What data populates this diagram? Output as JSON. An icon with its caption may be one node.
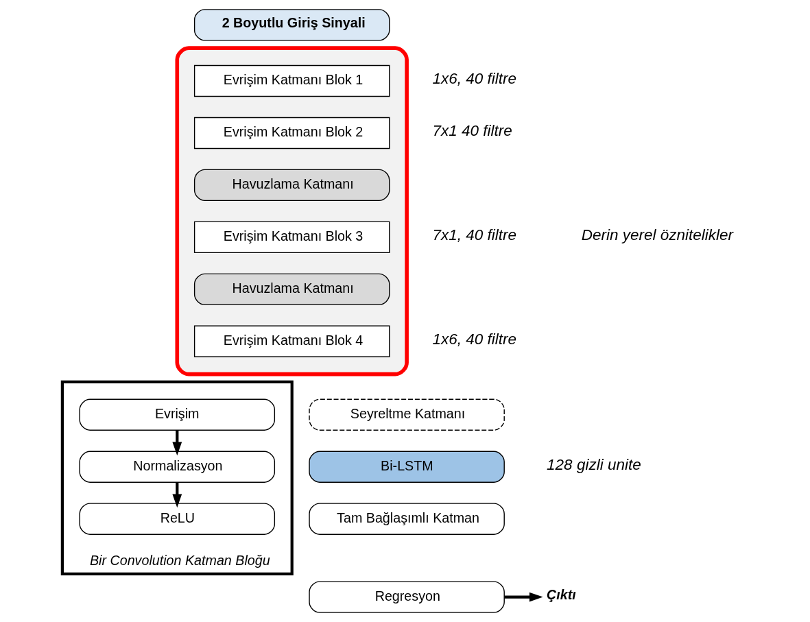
{
  "diagram": {
    "nodes": [
      {
        "text": [
          "2 Boyutlu Giriş Sinyali"
        ]
      },
      {
        "text": [],
        "shape": "box"
      },
      {
        "text": [
          "Evrişim Katmanı Blok 1"
        ],
        "in": 1,
        "beside": [
          "1x6, 40 filtre"
        ]
      },
      {
        "text": [
          "Evrişim Katmanı Blok 2"
        ],
        "in": 1,
        "beside": [
          "7x1 40 filtre"
        ]
      },
      {
        "text": [
          "Havuzlama Katmanı"
        ],
        "in": 1
      },
      {
        "text": [
          "Evrişim Katmanı Blok 3"
        ],
        "in": 1,
        "beside": [
          "7x1, 40 filtre"
        ]
      },
      {
        "text": [
          "Havuzlama Katmanı"
        ],
        "in": 1
      },
      {
        "text": [
          "Evrişim Katmanı Blok 4"
        ],
        "in": 1,
        "beside": [
          "1x6, 40 filtre"
        ]
      },
      {
        "text": [
          "Seyreltme Katmanı"
        ]
      },
      {
        "text": [
          "Bi-LSTM"
        ],
        "beside": [
          "128 gizli unite"
        ]
      },
      {
        "text": [
          "Tam Bağlaşımlı Katman"
        ]
      },
      {
        "text": [
          "Regresyon"
        ]
      },
      {
        "text": [
          "Çıktı"
        ]
      },
      {
        "text": [],
        "shape": "box",
        "beside": [
          "Bir Convolution Katman Bloğu"
        ]
      },
      {
        "text": [
          "Evrişim"
        ],
        "in": 13
      },
      {
        "text": [
          "Normalizasyon"
        ],
        "in": 13
      },
      {
        "text": [
          "ReLU"
        ],
        "in": 13
      }
    ],
    "edges": [
      {
        "from": 11,
        "to": 12,
        "arrow": "to"
      },
      {
        "from": 14,
        "to": 15,
        "arrow": "to"
      },
      {
        "from": 15,
        "to": 16,
        "arrow": "to"
      }
    ],
    "labels": [
      "Derin yerel öznitelikler"
    ]
  }
}
